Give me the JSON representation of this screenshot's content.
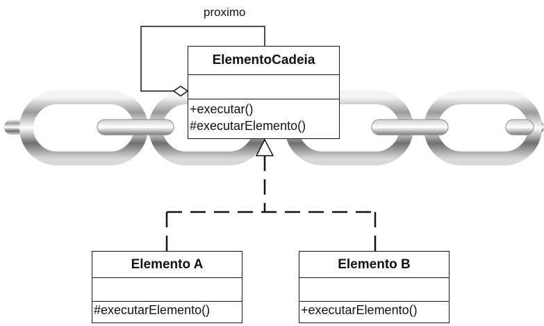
{
  "association_label": "proximo",
  "classes": {
    "base": {
      "name": "ElementoCadeia",
      "operations": [
        "+executar()",
        "#executarElemento()"
      ]
    },
    "a": {
      "name": "Elemento A",
      "operations": [
        "#executarElemento()"
      ]
    },
    "b": {
      "name": "Elemento B",
      "operations": [
        "+executarElemento()"
      ]
    }
  }
}
